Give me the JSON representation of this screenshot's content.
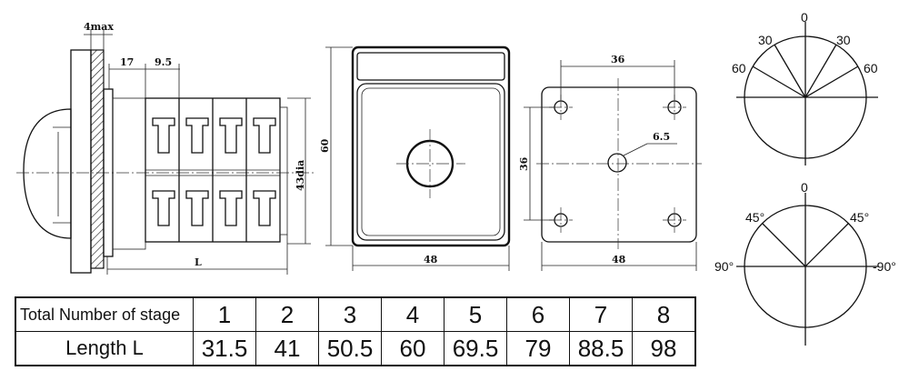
{
  "dimensions": {
    "flange_max": "4max",
    "offset_17": "17",
    "pitch_9_5": "9.5",
    "length_L": "L",
    "diameter": "43dia",
    "front_height": "60",
    "front_width": "48",
    "hole_spacing_top": "36",
    "hole_spacing_side": "36",
    "center_hole": "6.5",
    "panel_width": "48"
  },
  "angles_top": {
    "zero": "0",
    "left_30": "30",
    "right_30": "30",
    "left_60": "60",
    "right_60": "60"
  },
  "angles_bottom": {
    "zero": "0",
    "left_45": "45°",
    "right_45": "45°",
    "left_90": "90°",
    "right_90": "-90°"
  },
  "table": {
    "header_label": "Total Number of stage",
    "length_label": "Length L",
    "stages": [
      "1",
      "2",
      "3",
      "4",
      "5",
      "6",
      "7",
      "8"
    ],
    "lengths": [
      "31.5",
      "41",
      "50.5",
      "60",
      "69.5",
      "79",
      "88.5",
      "98"
    ]
  }
}
